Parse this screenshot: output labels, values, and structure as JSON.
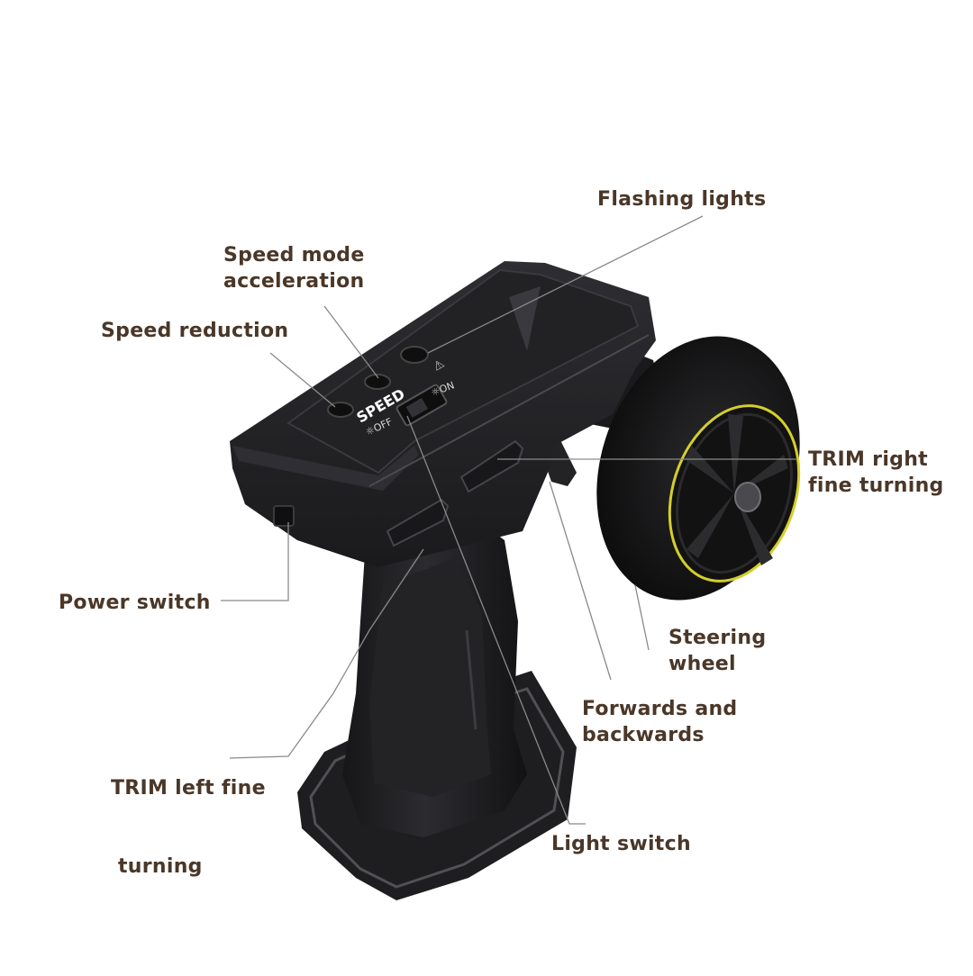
{
  "colors": {
    "label_text": "#4a3728",
    "leader_line": "#8a8a8a",
    "body_dark": "#1c1c1e",
    "wheel_rim_accent": "#d4cf2a"
  },
  "device": {
    "speed_text": "SPEED",
    "light_on_text": "☼ON",
    "light_off_text": "☼OFF",
    "hazard_symbol": "⚠"
  },
  "labels": {
    "flashing_lights": "Flashing lights",
    "speed_mode_acceleration": [
      "Speed mode",
      "acceleration"
    ],
    "speed_reduction": "Speed reduction",
    "trim_right": [
      "TRIM right",
      "fine turning"
    ],
    "power_switch": "Power switch",
    "steering_wheel": [
      "Steering",
      "wheel"
    ],
    "forwards_backwards": [
      "Forwards and",
      "backwards"
    ],
    "trim_left": [
      "TRIM left fine",
      " turning"
    ],
    "light_switch": "Light switch"
  }
}
